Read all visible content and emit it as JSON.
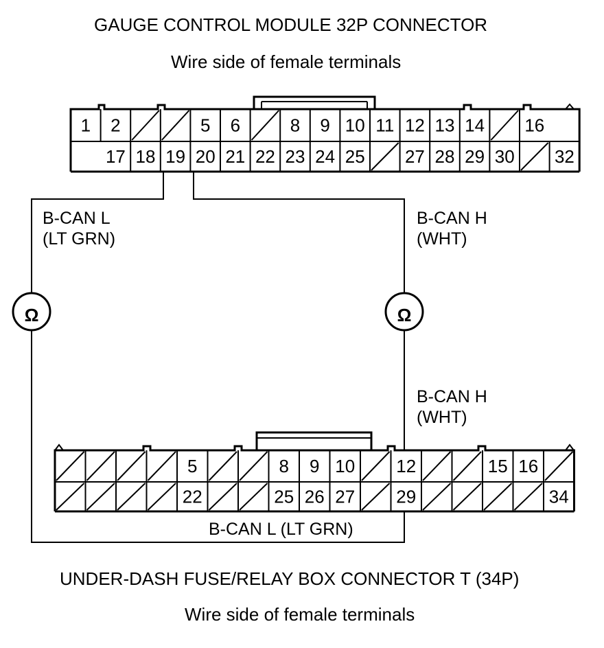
{
  "top_connector": {
    "title": "GAUGE CONTROL MODULE 32P CONNECTOR",
    "subtitle": "Wire side of female terminals",
    "row1": [
      "1",
      "2",
      "/",
      "/",
      "5",
      "6",
      "/",
      "8",
      "9",
      "10",
      "11",
      "12",
      "13",
      "14",
      "/",
      "16",
      ""
    ],
    "row2": [
      "",
      "17",
      "18",
      "19",
      "20",
      "21",
      "22",
      "23",
      "24",
      "25",
      "/",
      "27",
      "28",
      "29",
      "30",
      "/",
      "32"
    ]
  },
  "bottom_connector": {
    "title": "UNDER-DASH FUSE/RELAY BOX CONNECTOR T (34P)",
    "subtitle": "Wire side of female terminals",
    "row1": [
      "/",
      "/",
      "/",
      "/",
      "5",
      "/",
      "/",
      "8",
      "9",
      "10",
      "/",
      "12",
      "/",
      "/",
      "15",
      "16",
      "/"
    ],
    "row2": [
      "/",
      "/",
      "/",
      "/",
      "22",
      "/",
      "/",
      "25",
      "26",
      "27",
      "/",
      "29",
      "/",
      "/",
      "/",
      "/",
      "34"
    ]
  },
  "wires": {
    "left_top": {
      "line1": "B-CAN L",
      "line2": "(LT GRN)"
    },
    "right_top": {
      "line1": "B-CAN H",
      "line2": "(WHT)"
    },
    "right_bottom": {
      "line1": "B-CAN H",
      "line2": "(WHT)"
    },
    "bottom": "B-CAN L (LT GRN)"
  },
  "meters": {
    "left_symbol": "Ω",
    "right_symbol": "Ω"
  }
}
